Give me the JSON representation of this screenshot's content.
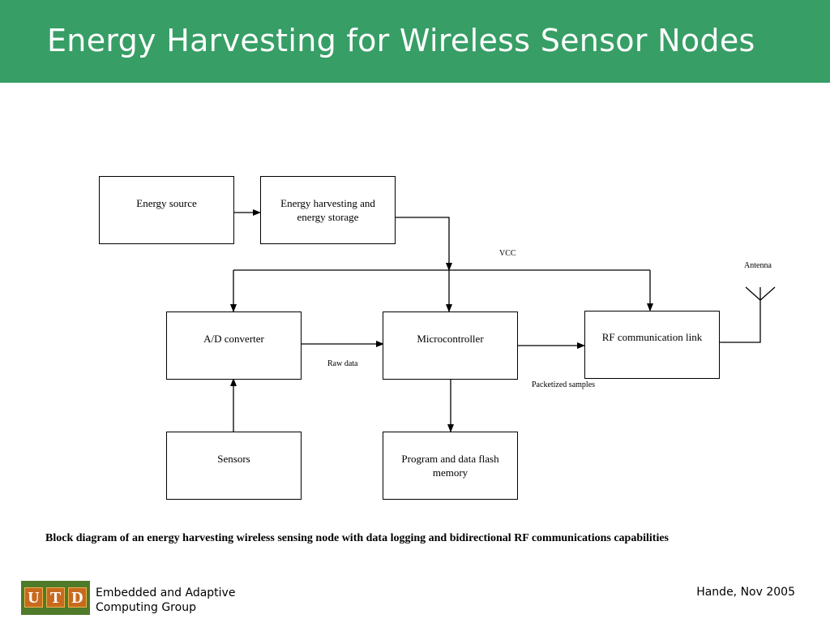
{
  "slide": {
    "title": "Energy Harvesting for Wireless Sensor Nodes",
    "caption": "Block diagram of an energy harvesting wireless sensing node with data logging and bidirectional RF communications capabilities"
  },
  "diagram": {
    "blocks": {
      "energy_source": "Energy source",
      "harvesting_line1": "Energy harvesting and",
      "harvesting_line2": "energy storage",
      "ad_converter": "A/D converter",
      "microcontroller": "Microcontroller",
      "rf_link": "RF communication link",
      "sensors": "Sensors",
      "memory_line1": "Program and data flash",
      "memory_line2": "memory"
    },
    "labels": {
      "vcc": "VCC",
      "antenna": "Antenna",
      "raw_data": "Raw data",
      "packetized": "Packetized samples"
    }
  },
  "footer": {
    "logo_letters": [
      "U",
      "T",
      "D"
    ],
    "org_line1": "Embedded and Adaptive",
    "org_line2": "Computing Group",
    "author_date": "Hande, Nov 2005"
  },
  "colors": {
    "header_green": "#379e66",
    "logo_green": "#4e7a2a",
    "logo_orange": "#c86a1e"
  }
}
